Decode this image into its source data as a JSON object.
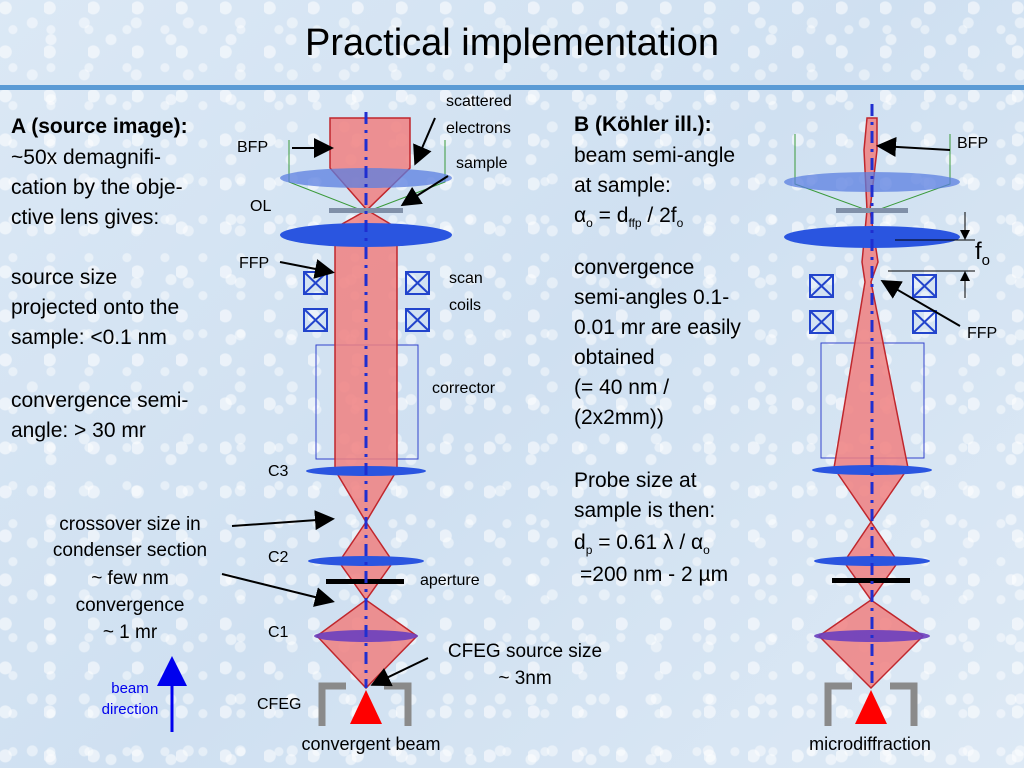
{
  "title": "Practical implementation",
  "left_text": {
    "heading": "A (source image):",
    "lines1": [
      "~50x demagnifi-",
      "cation by the obje-",
      "ctive lens gives:"
    ],
    "lines2": [
      "source size",
      "projected onto the",
      "sample:  <0.1 nm"
    ],
    "lines3": [
      "convergence semi-",
      "angle: > 30 mr"
    ]
  },
  "crossover_note": [
    "crossover size in",
    "condenser section",
    "~ few nm",
    "convergence",
    "~ 1 mr"
  ],
  "beam_direction": [
    "beam",
    "direction"
  ],
  "left_labels": {
    "bfp": "BFP",
    "ol": "OL",
    "ffp": "FFP",
    "c3": "C3",
    "c2": "C2",
    "c1": "C1",
    "cfeg": "CFEG",
    "scattered": [
      "scattered",
      "electrons"
    ],
    "sample": "sample",
    "scan": [
      "scan",
      "coils"
    ],
    "corrector": "corrector",
    "aperture": "aperture",
    "cfeg_size": [
      "CFEG source size",
      "~ 3nm"
    ],
    "caption": "convergent beam"
  },
  "right_text": {
    "heading": "B (Köhler ill.):",
    "lines1": [
      "beam semi-angle",
      "at sample:"
    ],
    "alpha_eq": {
      "alpha": "α",
      "o": "o",
      "eq": " = d",
      "ffp": "ffp",
      "div": " / 2f",
      "o2": "o"
    },
    "lines2": [
      "convergence",
      "semi-angles 0.1-",
      "0.01 mr are easily",
      "obtained",
      "(= 40 nm /",
      "(2x2mm))"
    ],
    "lines3": [
      "Probe size at",
      "sample is then:"
    ],
    "probe_eq": {
      "d": "d",
      "p": "p",
      "rest": " = 0.61 λ / α",
      "o": "o"
    },
    "probe_range": "=200 nm - 2 µm"
  },
  "right_labels": {
    "bfp": "BFP",
    "fo": "f",
    "fo_sub": "o",
    "ffp": "FFP",
    "caption": "microdiffraction"
  },
  "colors": {
    "beam": "#f08080",
    "beam_edge": "#c0272d",
    "lens": "#3366dd",
    "axis": "#1f2fd0",
    "source": "#ff0000",
    "corrector": "#3344cc"
  }
}
